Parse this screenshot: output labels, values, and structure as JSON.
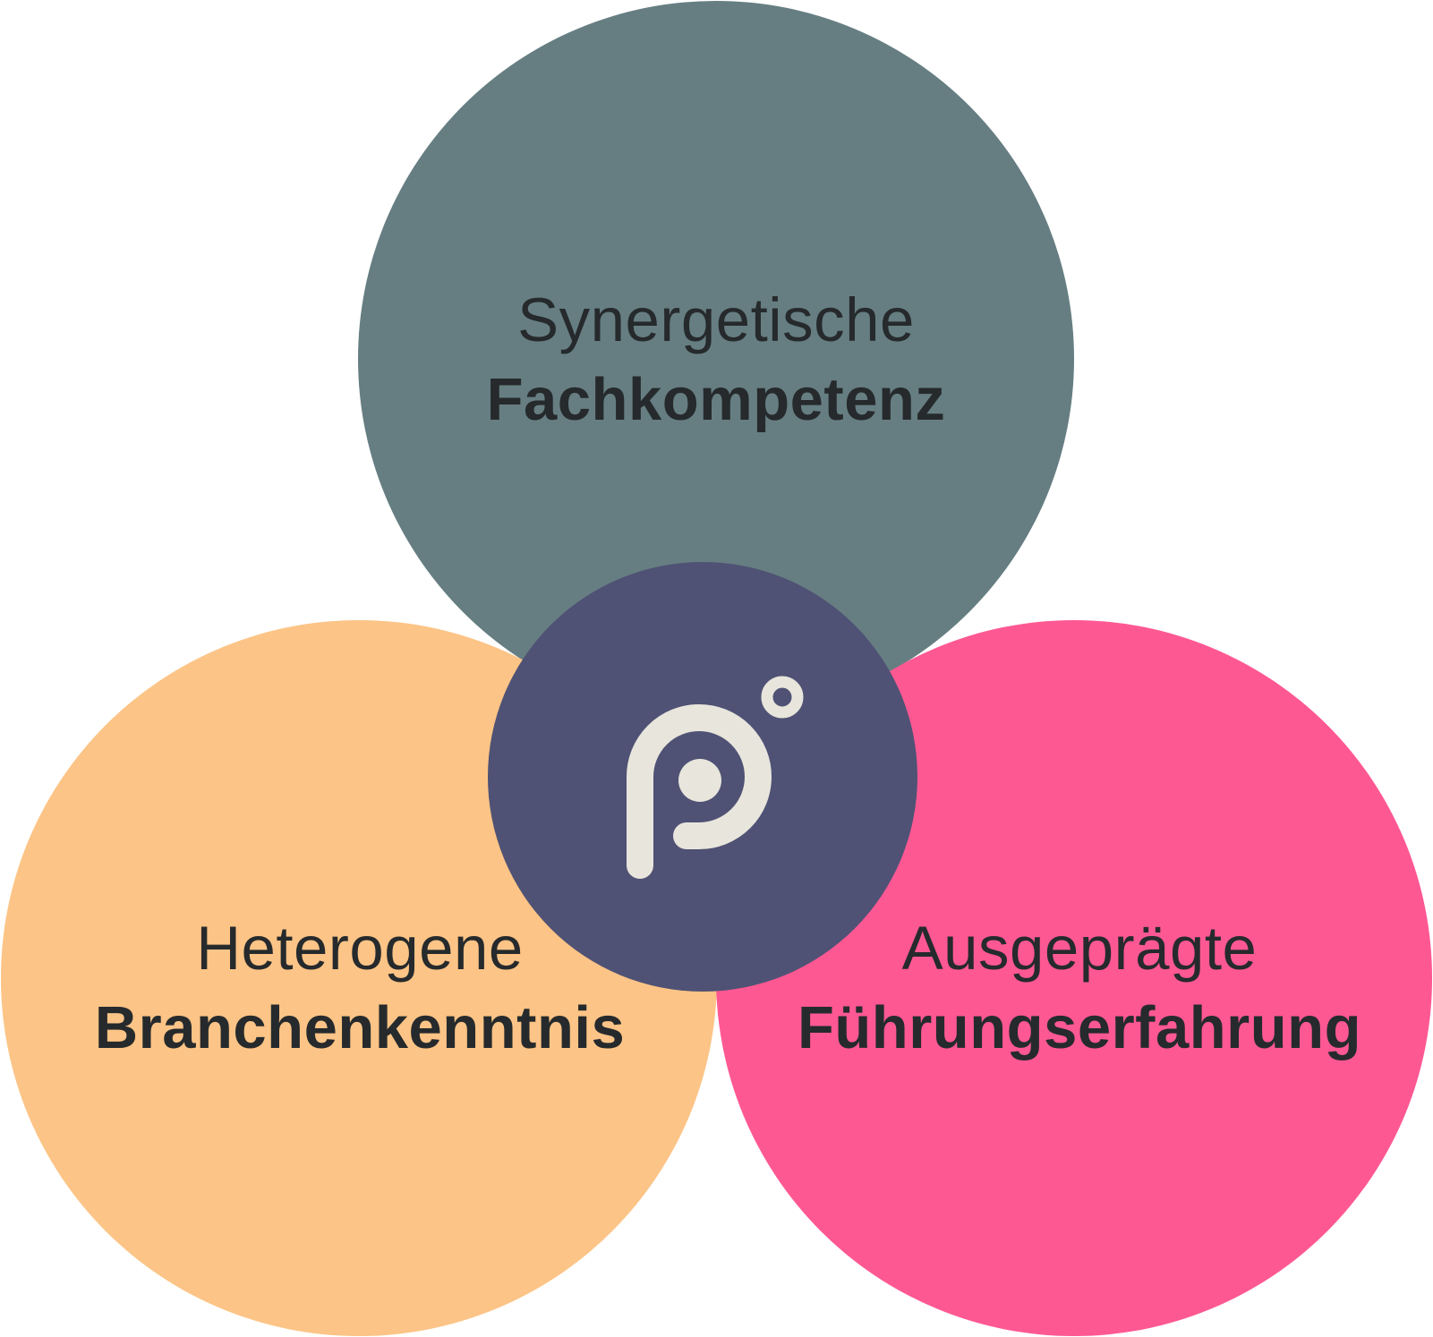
{
  "colors": {
    "background": "#ffffff",
    "top_circle": "#667e82",
    "left_circle": "#fcc486",
    "right_circle": "#fe5893",
    "center_circle": "#4f5274",
    "logo": "#e8e5dc",
    "text": "#262a2c"
  },
  "circles": {
    "top": {
      "line1": "Synergetische",
      "line2": "Fachkompetenz"
    },
    "left": {
      "line1": "Heterogene",
      "line2": "Branchenkenntnis"
    },
    "right": {
      "line1": "Ausgeprägte",
      "line2": "Führungserfahrung"
    }
  },
  "center": {
    "icon": "p-degree-logo-icon"
  }
}
